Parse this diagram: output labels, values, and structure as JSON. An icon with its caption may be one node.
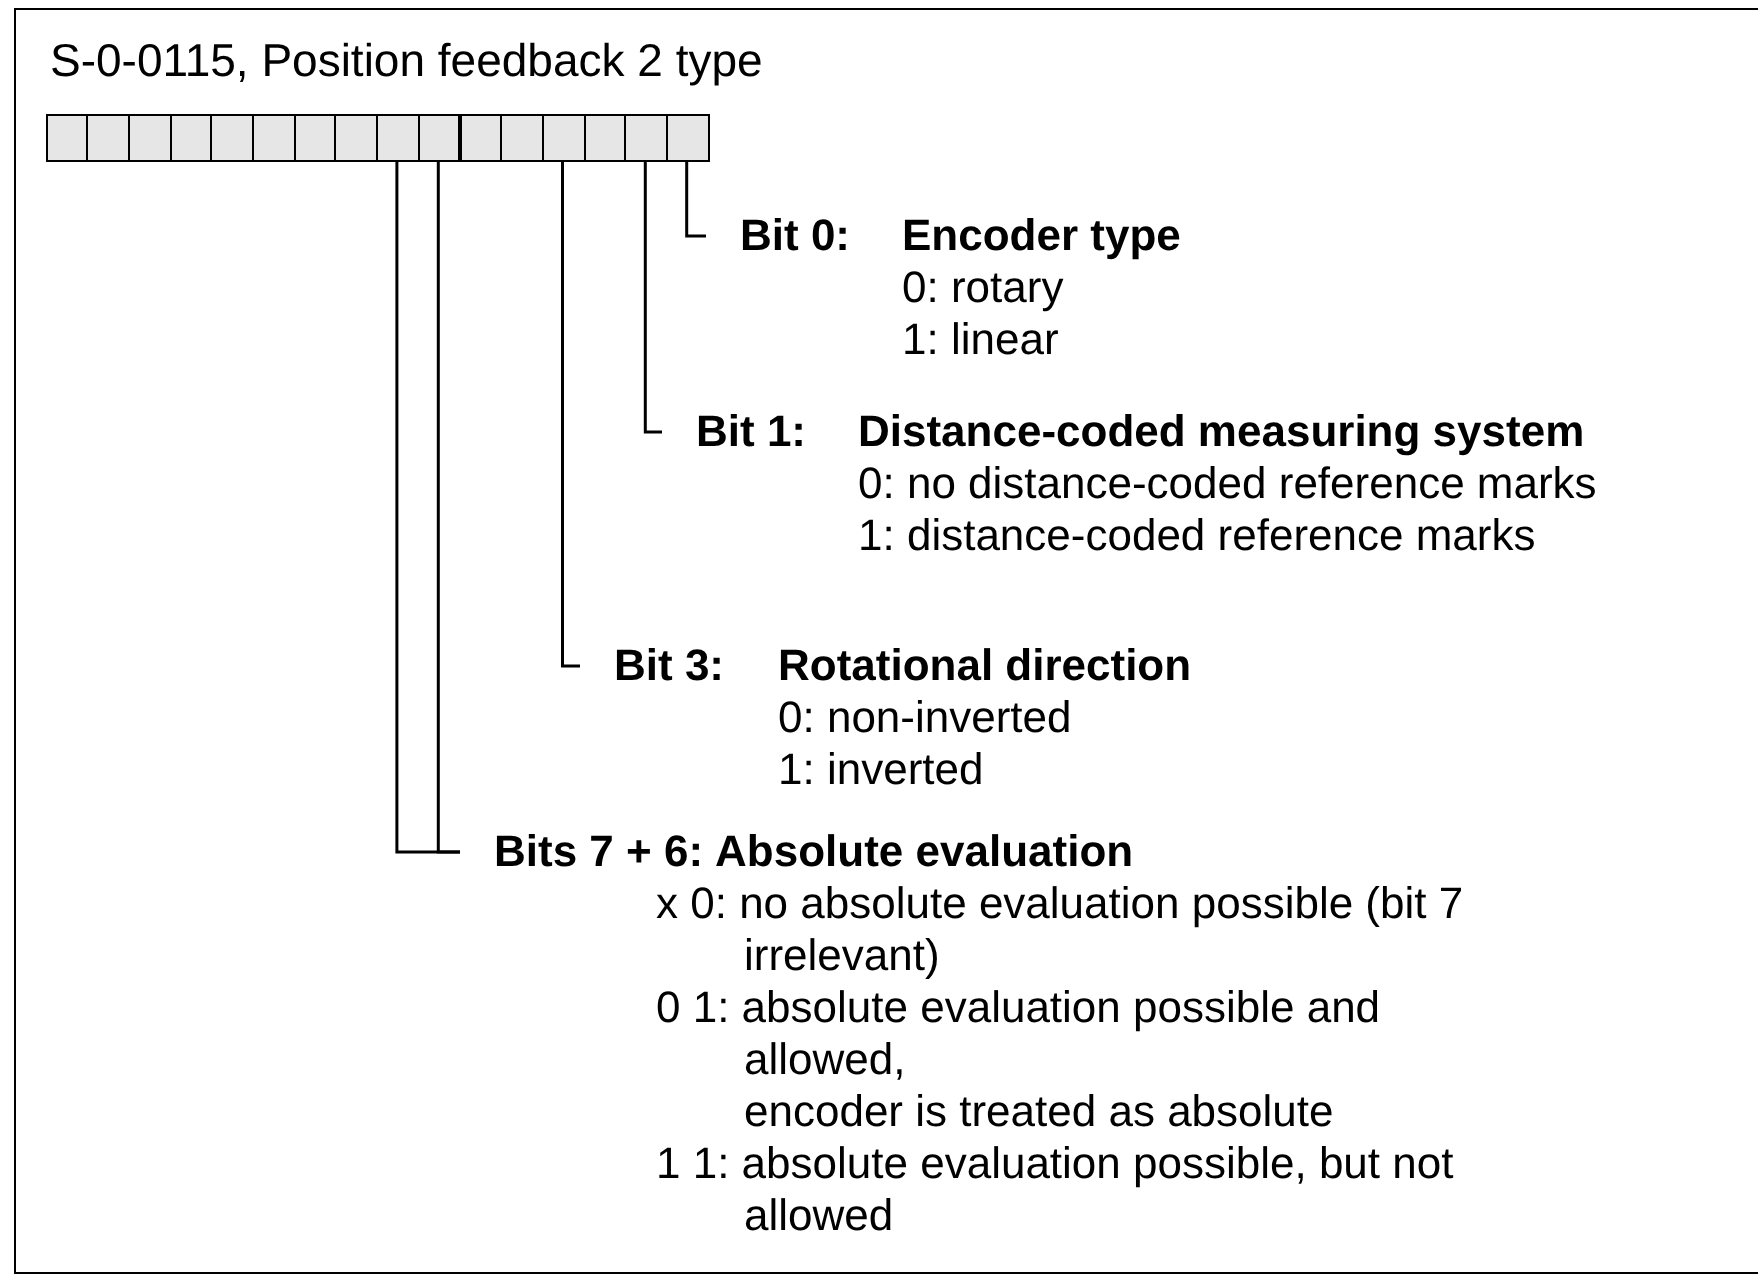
{
  "diagram": {
    "title": "S-0-0115, Position feedback 2 type",
    "nodes": [
      {
        "text": [],
        "shape": "box"
      },
      {
        "text": [],
        "shape": "box"
      },
      {
        "text": [],
        "shape": "box"
      },
      {
        "text": [],
        "shape": "box"
      },
      {
        "text": [],
        "shape": "box"
      },
      {
        "text": [],
        "shape": "box"
      },
      {
        "text": [],
        "shape": "box"
      },
      {
        "text": [],
        "shape": "box"
      },
      {
        "text": [],
        "shape": "box"
      },
      {
        "text": [],
        "shape": "box"
      },
      {
        "text": [],
        "shape": "box"
      },
      {
        "text": [],
        "shape": "box"
      },
      {
        "text": [],
        "shape": "box"
      },
      {
        "text": [],
        "shape": "box"
      },
      {
        "text": [],
        "shape": "box"
      },
      {
        "text": [],
        "shape": "box"
      },
      {
        "text": [
          "Bit 0:",
          "Encoder type",
          "0: rotary",
          "1: linear"
        ]
      },
      {
        "text": [
          "Bit 1:",
          "Distance-coded measuring system",
          "0: no distance-coded reference marks",
          "1: distance-coded reference marks"
        ]
      },
      {
        "text": [
          "Bit 3:",
          "Rotational direction",
          "0: non-inverted",
          "1: inverted"
        ]
      },
      {
        "text": [
          "Bits 7 + 6:",
          "Absolute evaluation",
          "x 0: no absolute evaluation possible (bit 7 irrelevant)",
          "0 1: absolute evaluation possible and allowed,",
          "encoder is treated as absolute",
          "1 1: absolute evaluation possible, but not allowed"
        ]
      }
    ],
    "edges": [
      {
        "from": 15,
        "to": 16,
        "arrow": "none"
      },
      {
        "from": 14,
        "to": 17,
        "arrow": "none"
      },
      {
        "from": 12,
        "to": 18,
        "arrow": "none"
      },
      {
        "from": 8,
        "to": 19,
        "arrow": "none"
      },
      {
        "from": 9,
        "to": 19,
        "arrow": "none"
      }
    ]
  }
}
